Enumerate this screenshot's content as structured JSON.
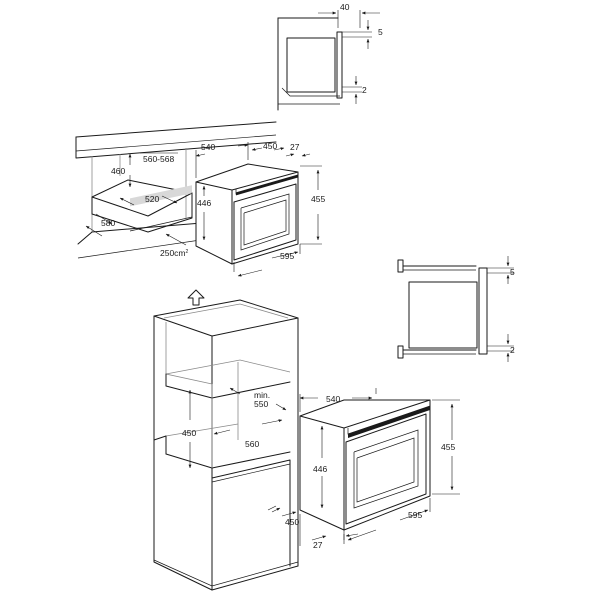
{
  "dimensions": {
    "top_detail": {
      "depth": "40",
      "top_gap": "5",
      "bottom_gap": "2"
    },
    "under_counter": {
      "cabinet_height": "460",
      "cabinet_width": "560-568",
      "cabinet_depth": "520",
      "counter_depth": "580",
      "vent_area_value": "250cm",
      "vent_area_exp": "2"
    },
    "oven_top": {
      "depth": "540",
      "front_depth": "450",
      "panel": "27",
      "height": "455",
      "cavity_height": "446",
      "width": "595"
    },
    "column_detail": {
      "top_gap": "5",
      "bottom_gap": "2"
    },
    "column_cabinet": {
      "min_label": "min.",
      "min_value": "550",
      "niche_height": "450",
      "niche_width": "560"
    },
    "oven_bottom": {
      "depth": "540",
      "height": "455",
      "cavity_height": "446",
      "front_depth": "450",
      "panel": "27",
      "width": "595"
    }
  }
}
